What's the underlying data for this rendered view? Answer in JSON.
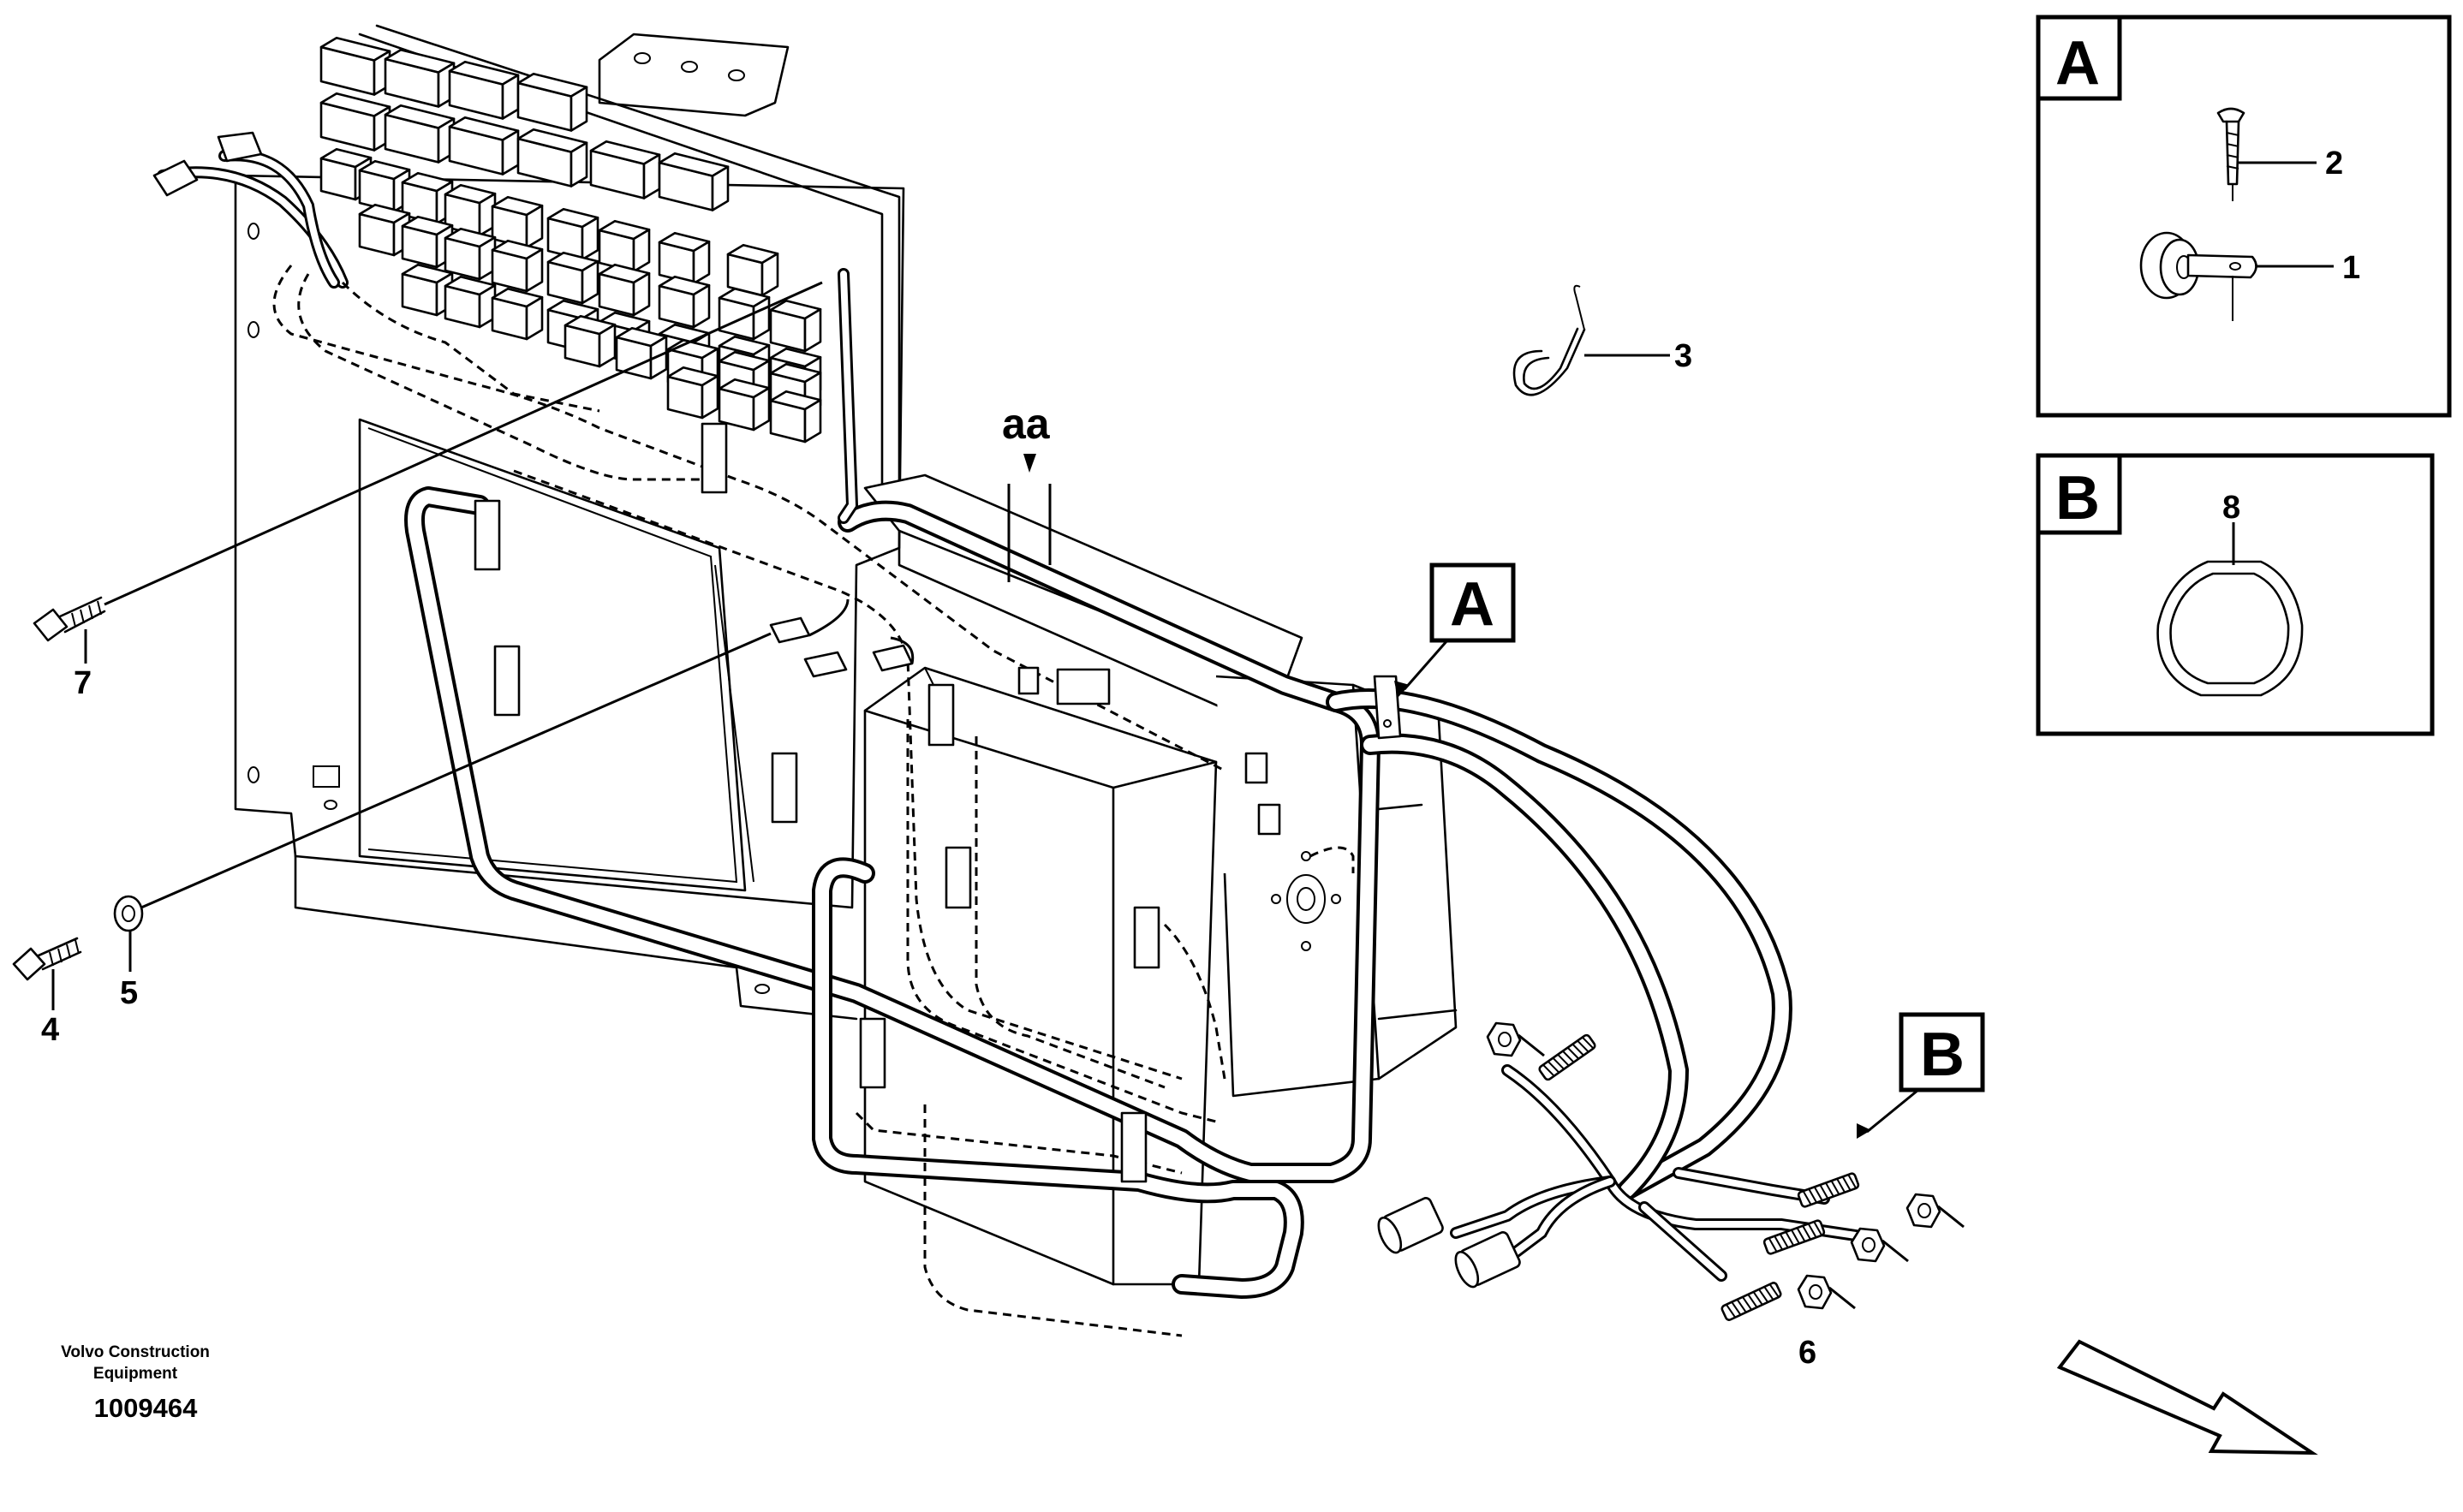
{
  "callouts": {
    "n1": "1",
    "n2": "2",
    "n3": "3",
    "n4": "4",
    "n5": "5",
    "n6": "6",
    "n7": "7",
    "n8": "8"
  },
  "view_labels": {
    "detail_a": "A",
    "detail_b": "B",
    "ref_a": "A",
    "ref_b": "B",
    "ref_aa": "aa"
  },
  "footer": {
    "company_line1": "Volvo Construction",
    "company_line2": "Equipment",
    "drawing_number": "1009464"
  },
  "icons": {
    "direction_arrow": "hollow-arrow-icon"
  }
}
